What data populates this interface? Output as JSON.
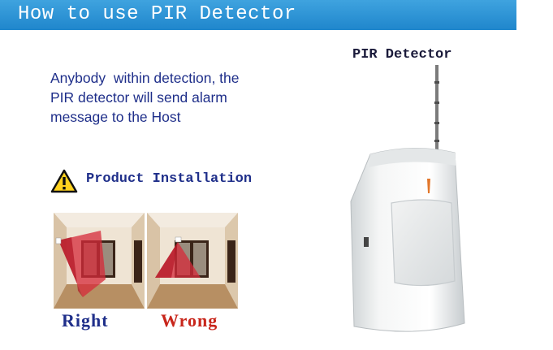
{
  "banner": {
    "title": "How to use PIR Detector"
  },
  "intro": {
    "lines": [
      "Anybody  within detection, the",
      "PIR detector will send alarm",
      "message to the Host"
    ]
  },
  "installation": {
    "title": "Product Installation",
    "icon": "warning-triangle-icon",
    "examples": [
      {
        "caption": "Right",
        "caption_color": "#1f2f8a"
      },
      {
        "caption": "Wrong",
        "caption_color": "#c8261b"
      }
    ]
  },
  "device": {
    "label": "PIR Detector"
  },
  "colors": {
    "banner": "#2b95d6",
    "text_blue": "#1f2f8a",
    "wrong_red": "#c8261b",
    "detection_zone": "#d62a3a"
  }
}
